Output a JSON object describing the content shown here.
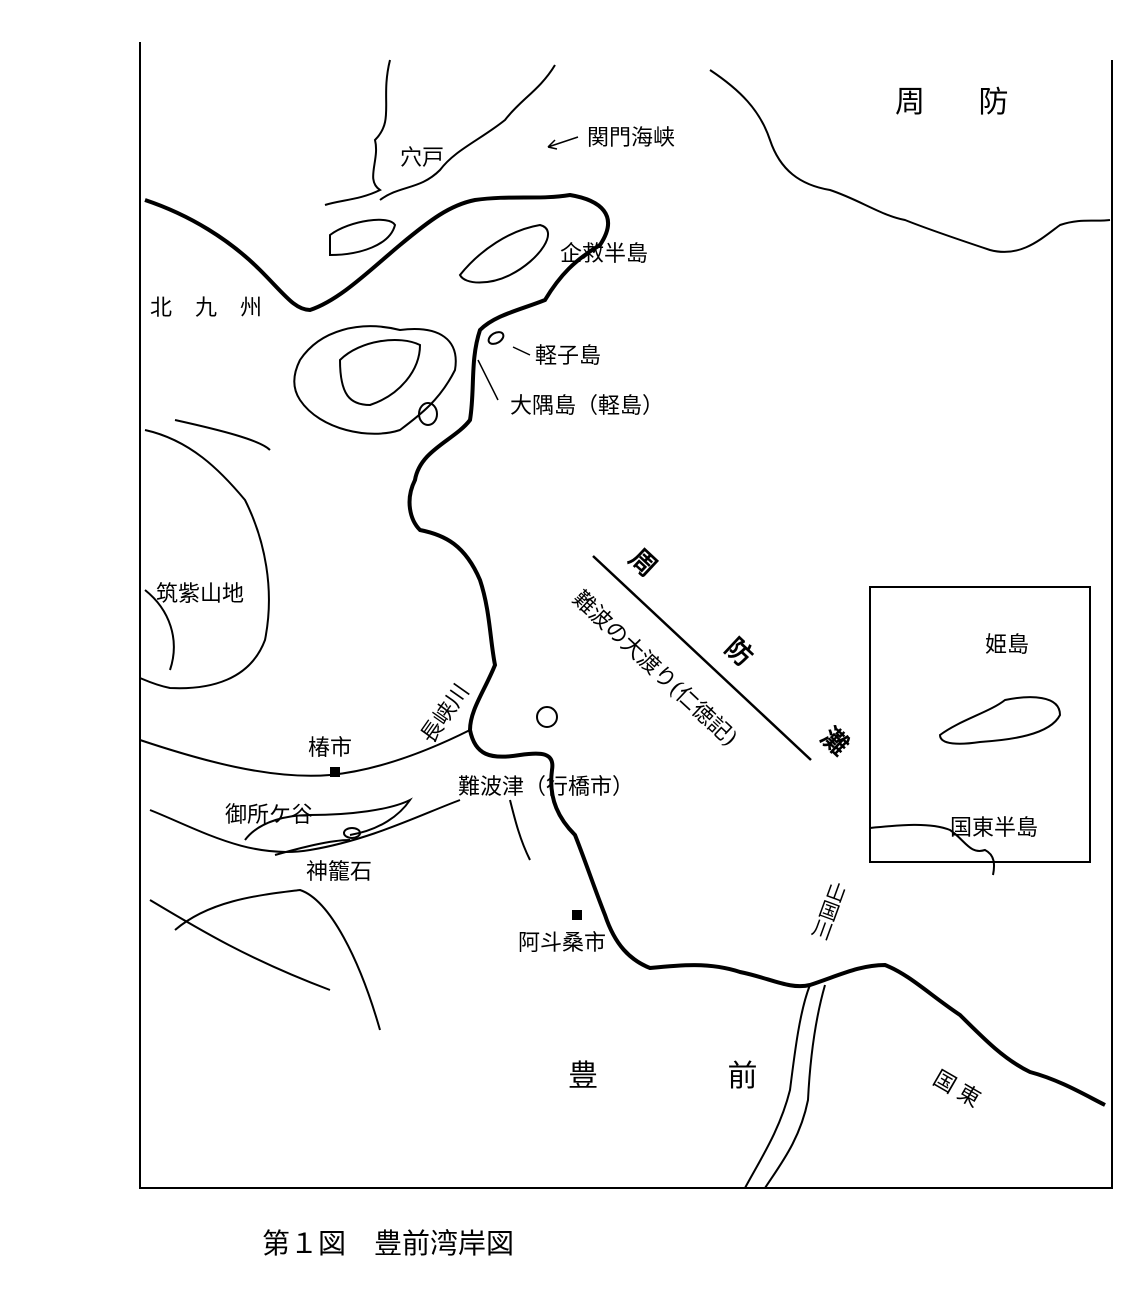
{
  "labels": {
    "suo_top": "周 防",
    "kanmon": "関門海峡",
    "anato": "穴戸",
    "kiku": "企救半島",
    "kitakyushu": "北 九 州",
    "karukojima": "軽子島",
    "osumi": "大隅島（軽島）",
    "chikushi": "筑紫山地",
    "suonada": "周 防 灘",
    "naniwa_owatari": "難波の大渡り(仁徳記)",
    "himeshima": "姫島",
    "kunisaki_peninsula": "国東半島",
    "nagaogawa": "長峡川",
    "tsubaichi": "椿市",
    "naniwazu": "難波津（行橋市）",
    "goshogatani": "御所ケ谷",
    "kougoishi": "神籠石",
    "atokuwaichi": "阿斗桑市",
    "yamakunigawa": "山国川",
    "buzen": "豊 前",
    "kunisaki": "国東"
  },
  "caption": "第１図　豊前湾岸図"
}
